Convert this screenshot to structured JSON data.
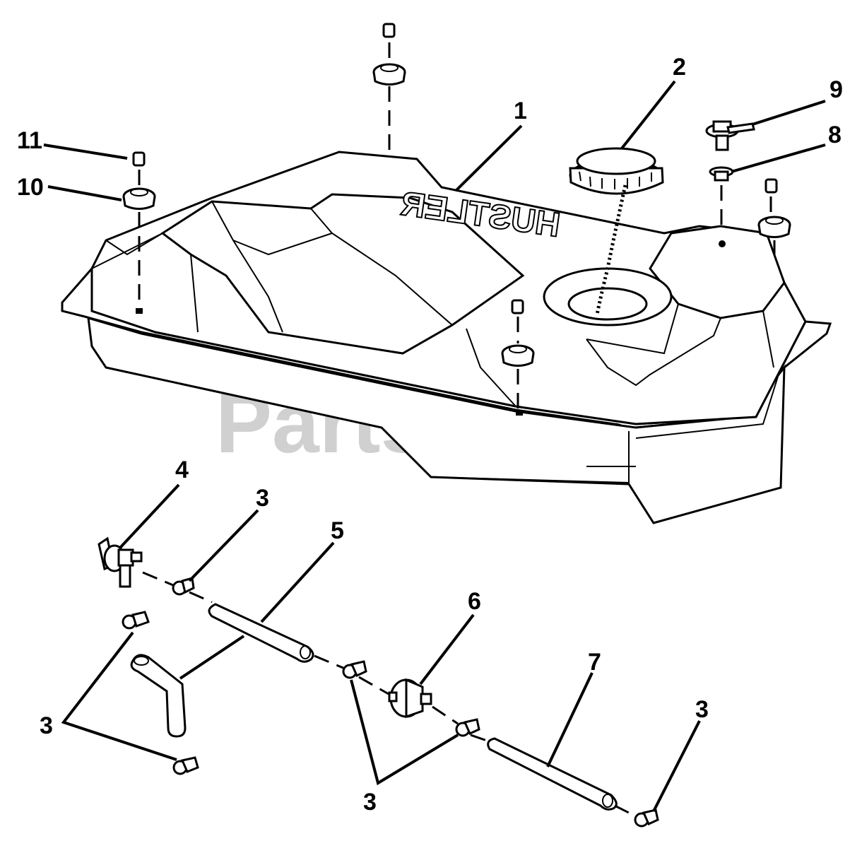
{
  "watermark": {
    "text": "PartsTree",
    "trademark": "™"
  },
  "tank_logo": "HUSTLER",
  "callouts": [
    {
      "id": "c1",
      "label": "1"
    },
    {
      "id": "c2",
      "label": "2"
    },
    {
      "id": "c3a",
      "label": "3"
    },
    {
      "id": "c3b",
      "label": "3"
    },
    {
      "id": "c3c",
      "label": "3"
    },
    {
      "id": "c3d",
      "label": "3"
    },
    {
      "id": "c4",
      "label": "4"
    },
    {
      "id": "c5",
      "label": "5"
    },
    {
      "id": "c6",
      "label": "6"
    },
    {
      "id": "c7",
      "label": "7"
    },
    {
      "id": "c8",
      "label": "8"
    },
    {
      "id": "c9",
      "label": "9"
    },
    {
      "id": "c10",
      "label": "10"
    },
    {
      "id": "c11",
      "label": "11"
    }
  ]
}
